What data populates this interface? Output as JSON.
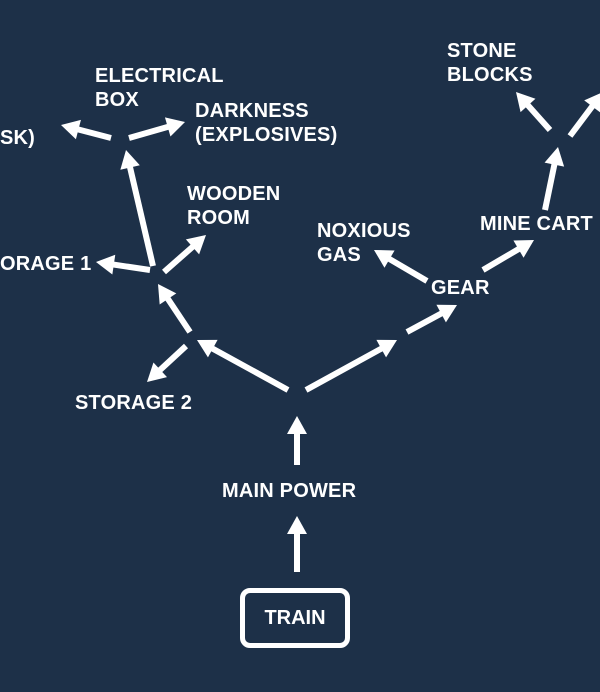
{
  "nodes": {
    "train": "TRAIN",
    "main_power": "MAIN POWER",
    "storage_2": "STORAGE 2",
    "storage_1": "ORAGE 1",
    "wooden_room": "WOODEN\nROOM",
    "electrical_box": "ELECTRICAL\nBOX",
    "darkness": "DARKNESS\n(EXPLOSIVES)",
    "left_cut": "SK)",
    "gear": "GEAR",
    "noxious_gas": "NOXIOUS\nGAS",
    "mine_cart": "MINE CART",
    "stone_blocks": "STONE\nBLOCKS"
  },
  "colors": {
    "background": "#1d3048",
    "foreground": "#ffffff"
  }
}
